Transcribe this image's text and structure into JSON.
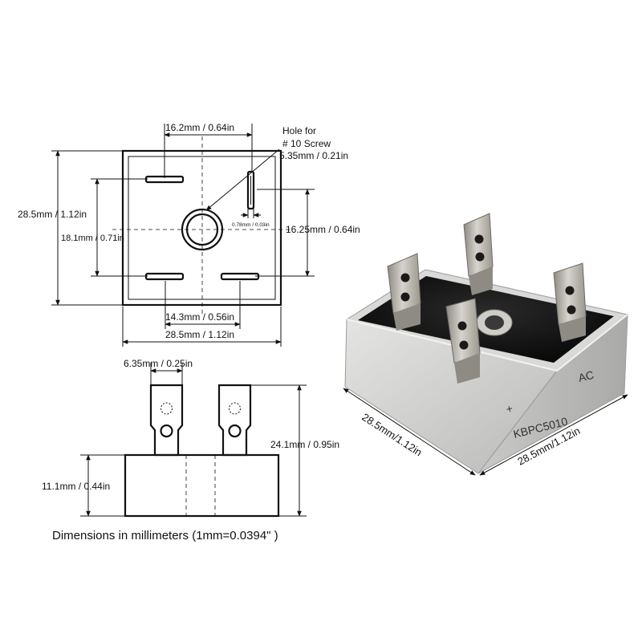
{
  "top_view": {
    "width_top": "16.2mm / 0.64in",
    "hole_note_line1": "Hole for",
    "hole_note_line2": "# 10 Screw",
    "hole_note_line3": "5.35mm / 0.21in",
    "height_overall": "28.5mm / 1.12in",
    "height_inner": "18.1mm / 0.71in",
    "pin_width_small": "0.78mm / 0.03in",
    "right_spacing": "16.25mm / 0.64in",
    "pin_spacing_bottom": "14.3mm / 0.56in",
    "width_overall": "28.5mm / 1.12in"
  },
  "side_view": {
    "tab_width": "6.35mm / 0.25in",
    "total_height": "24.1mm / 0.95in",
    "body_height": "11.1mm / 0.44in"
  },
  "photo": {
    "marking_ac": "AC",
    "marking_plus": "+",
    "marking_model": "KBPC5010",
    "edge_left": "28.5mm/1.12in",
    "edge_right": "28.5mm/1.12in"
  },
  "caption": "Dimensions in millimeters (1mm=0.0394\" )"
}
